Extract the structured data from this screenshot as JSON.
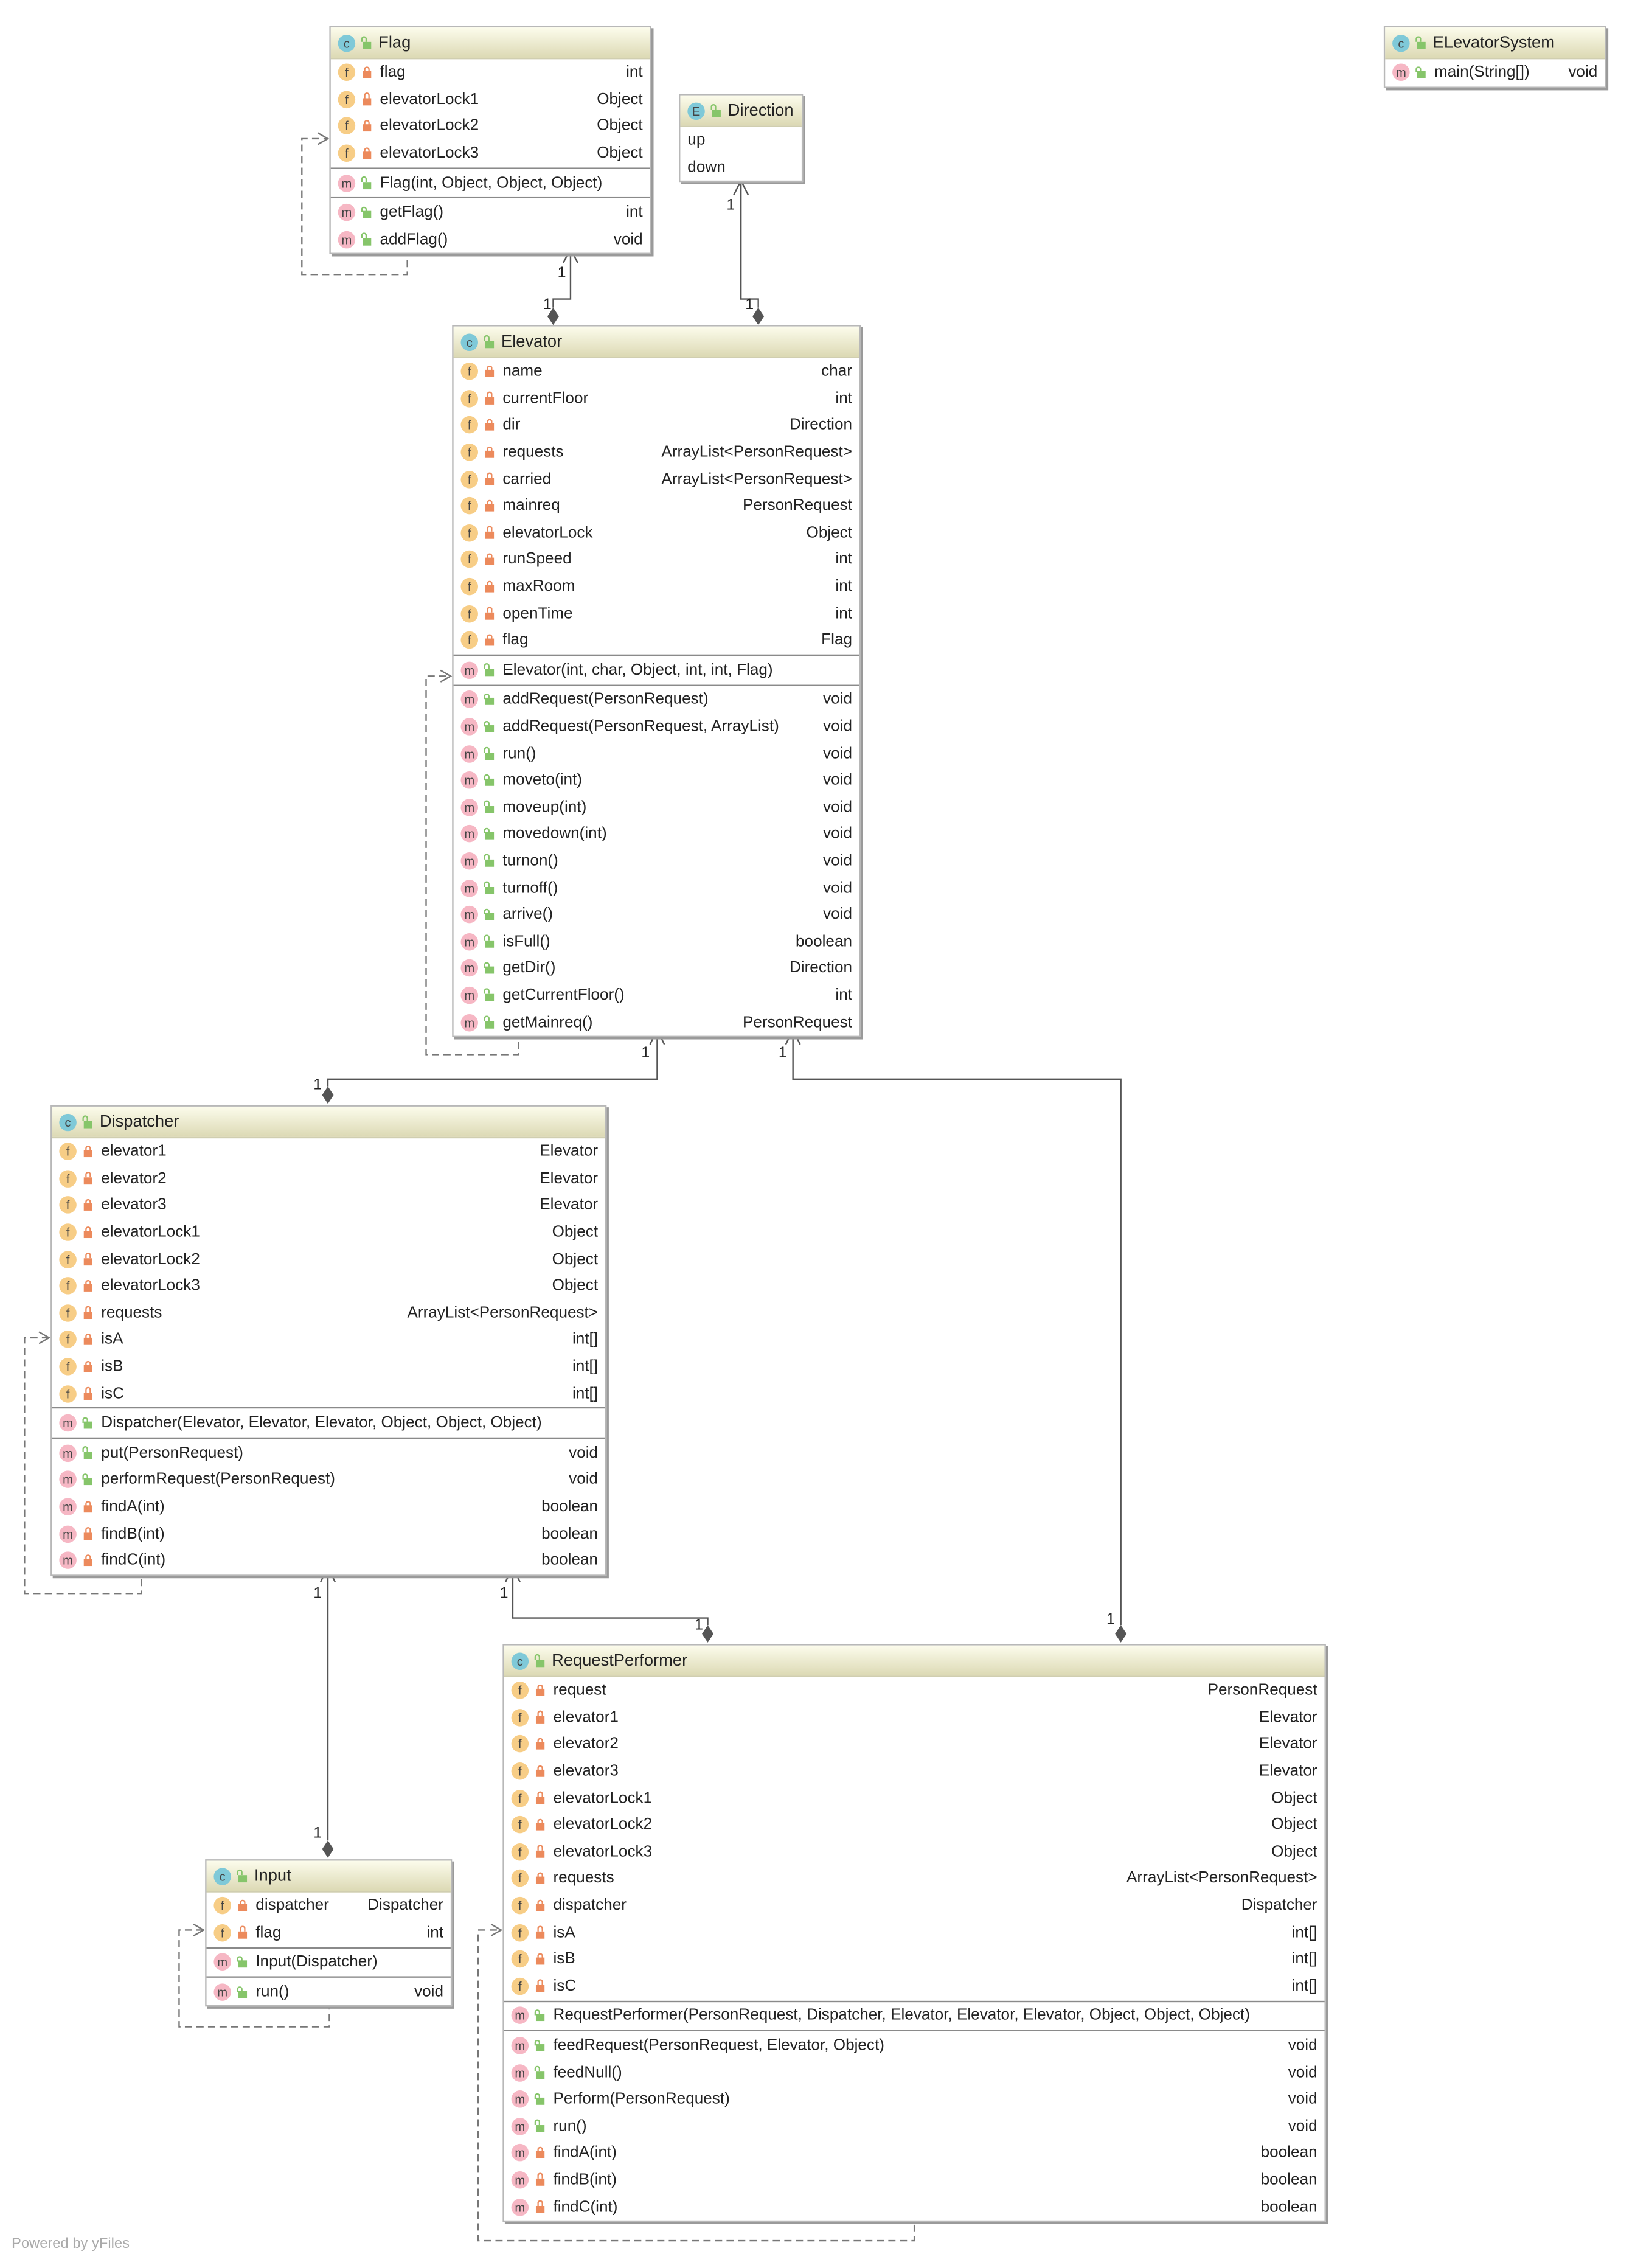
{
  "classes": [
    {
      "id": "flag",
      "kind": "C",
      "name": "Flag",
      "fields": [
        {
          "name": "flag",
          "type": "int",
          "vis": "private"
        },
        {
          "name": "elevatorLock1",
          "type": "Object",
          "vis": "private"
        },
        {
          "name": "elevatorLock2",
          "type": "Object",
          "vis": "private"
        },
        {
          "name": "elevatorLock3",
          "type": "Object",
          "vis": "private"
        }
      ],
      "constructors": [
        {
          "name": "Flag(int, Object, Object, Object)",
          "type": "",
          "vis": "public"
        }
      ],
      "methods": [
        {
          "name": "getFlag()",
          "type": "int",
          "vis": "public"
        },
        {
          "name": "addFlag()",
          "type": "void",
          "vis": "public"
        }
      ]
    },
    {
      "id": "direction",
      "kind": "E",
      "name": "Direction",
      "constants": [
        "up",
        "down"
      ]
    },
    {
      "id": "elevatorsystem",
      "kind": "C",
      "name": "ELevatorSystem",
      "fields": [],
      "constructors": [],
      "methods": [
        {
          "name": "main(String[])",
          "type": "void",
          "vis": "public"
        }
      ]
    },
    {
      "id": "elevator",
      "kind": "C",
      "name": "Elevator",
      "fields": [
        {
          "name": "name",
          "type": "char",
          "vis": "private"
        },
        {
          "name": "currentFloor",
          "type": "int",
          "vis": "private"
        },
        {
          "name": "dir",
          "type": "Direction",
          "vis": "private"
        },
        {
          "name": "requests",
          "type": "ArrayList<PersonRequest>",
          "vis": "private"
        },
        {
          "name": "carried",
          "type": "ArrayList<PersonRequest>",
          "vis": "private"
        },
        {
          "name": "mainreq",
          "type": "PersonRequest",
          "vis": "private"
        },
        {
          "name": "elevatorLock",
          "type": "Object",
          "vis": "private"
        },
        {
          "name": "runSpeed",
          "type": "int",
          "vis": "private"
        },
        {
          "name": "maxRoom",
          "type": "int",
          "vis": "private"
        },
        {
          "name": "openTime",
          "type": "int",
          "vis": "private"
        },
        {
          "name": "flag",
          "type": "Flag",
          "vis": "private"
        }
      ],
      "constructors": [
        {
          "name": "Elevator(int, char, Object, int, int, Flag)",
          "type": "",
          "vis": "public"
        }
      ],
      "methods": [
        {
          "name": "addRequest(PersonRequest)",
          "type": "void",
          "vis": "public"
        },
        {
          "name": "addRequest(PersonRequest, ArrayList)",
          "type": "void",
          "vis": "public"
        },
        {
          "name": "run()",
          "type": "void",
          "vis": "public"
        },
        {
          "name": "moveto(int)",
          "type": "void",
          "vis": "public"
        },
        {
          "name": "moveup(int)",
          "type": "void",
          "vis": "public"
        },
        {
          "name": "movedown(int)",
          "type": "void",
          "vis": "public"
        },
        {
          "name": "turnon()",
          "type": "void",
          "vis": "public"
        },
        {
          "name": "turnoff()",
          "type": "void",
          "vis": "public"
        },
        {
          "name": "arrive()",
          "type": "void",
          "vis": "public"
        },
        {
          "name": "isFull()",
          "type": "boolean",
          "vis": "public"
        },
        {
          "name": "getDir()",
          "type": "Direction",
          "vis": "public"
        },
        {
          "name": "getCurrentFloor()",
          "type": "int",
          "vis": "public"
        },
        {
          "name": "getMainreq()",
          "type": "PersonRequest",
          "vis": "public"
        }
      ]
    },
    {
      "id": "dispatcher",
      "kind": "C",
      "name": "Dispatcher",
      "fields": [
        {
          "name": "elevator1",
          "type": "Elevator",
          "vis": "private"
        },
        {
          "name": "elevator2",
          "type": "Elevator",
          "vis": "private"
        },
        {
          "name": "elevator3",
          "type": "Elevator",
          "vis": "private"
        },
        {
          "name": "elevatorLock1",
          "type": "Object",
          "vis": "private"
        },
        {
          "name": "elevatorLock2",
          "type": "Object",
          "vis": "private"
        },
        {
          "name": "elevatorLock3",
          "type": "Object",
          "vis": "private"
        },
        {
          "name": "requests",
          "type": "ArrayList<PersonRequest>",
          "vis": "private"
        },
        {
          "name": "isA",
          "type": "int[]",
          "vis": "private"
        },
        {
          "name": "isB",
          "type": "int[]",
          "vis": "private"
        },
        {
          "name": "isC",
          "type": "int[]",
          "vis": "private"
        }
      ],
      "constructors": [
        {
          "name": "Dispatcher(Elevator, Elevator, Elevator, Object, Object, Object)",
          "type": "",
          "vis": "public"
        }
      ],
      "methods": [
        {
          "name": "put(PersonRequest)",
          "type": "void",
          "vis": "public"
        },
        {
          "name": "performRequest(PersonRequest)",
          "type": "void",
          "vis": "public"
        },
        {
          "name": "findA(int)",
          "type": "boolean",
          "vis": "private"
        },
        {
          "name": "findB(int)",
          "type": "boolean",
          "vis": "private"
        },
        {
          "name": "findC(int)",
          "type": "boolean",
          "vis": "private"
        }
      ]
    },
    {
      "id": "input",
      "kind": "C",
      "name": "Input",
      "fields": [
        {
          "name": "dispatcher",
          "type": "Dispatcher",
          "vis": "private"
        },
        {
          "name": "flag",
          "type": "int",
          "vis": "private"
        }
      ],
      "constructors": [
        {
          "name": "Input(Dispatcher)",
          "type": "",
          "vis": "public"
        }
      ],
      "methods": [
        {
          "name": "run()",
          "type": "void",
          "vis": "public"
        }
      ]
    },
    {
      "id": "requestperformer",
      "kind": "C",
      "name": "RequestPerformer",
      "fields": [
        {
          "name": "request",
          "type": "PersonRequest",
          "vis": "private"
        },
        {
          "name": "elevator1",
          "type": "Elevator",
          "vis": "private"
        },
        {
          "name": "elevator2",
          "type": "Elevator",
          "vis": "private"
        },
        {
          "name": "elevator3",
          "type": "Elevator",
          "vis": "private"
        },
        {
          "name": "elevatorLock1",
          "type": "Object",
          "vis": "private"
        },
        {
          "name": "elevatorLock2",
          "type": "Object",
          "vis": "private"
        },
        {
          "name": "elevatorLock3",
          "type": "Object",
          "vis": "private"
        },
        {
          "name": "requests",
          "type": "ArrayList<PersonRequest>",
          "vis": "private"
        },
        {
          "name": "dispatcher",
          "type": "Dispatcher",
          "vis": "private"
        },
        {
          "name": "isA",
          "type": "int[]",
          "vis": "private"
        },
        {
          "name": "isB",
          "type": "int[]",
          "vis": "private"
        },
        {
          "name": "isC",
          "type": "int[]",
          "vis": "private"
        }
      ],
      "constructors": [
        {
          "name": "RequestPerformer(PersonRequest, Dispatcher, Elevator, Elevator, Elevator, Object, Object, Object)",
          "type": "",
          "vis": "public"
        }
      ],
      "methods": [
        {
          "name": "feedRequest(PersonRequest, Elevator, Object)",
          "type": "void",
          "vis": "public"
        },
        {
          "name": "feedNull()",
          "type": "void",
          "vis": "public"
        },
        {
          "name": "Perform(PersonRequest)",
          "type": "void",
          "vis": "public"
        },
        {
          "name": "run()",
          "type": "void",
          "vis": "public"
        },
        {
          "name": "findA(int)",
          "type": "boolean",
          "vis": "private"
        },
        {
          "name": "findB(int)",
          "type": "boolean",
          "vis": "private"
        },
        {
          "name": "findC(int)",
          "type": "boolean",
          "vis": "private"
        }
      ]
    }
  ],
  "edges": [
    {
      "id": "elevator-flag",
      "from": "elevator",
      "to": "flag",
      "kind": "composition",
      "from_mult": "1",
      "to_mult": "1"
    },
    {
      "id": "elevator-direction",
      "from": "elevator",
      "to": "direction",
      "kind": "composition",
      "from_mult": "1",
      "to_mult": "1"
    },
    {
      "id": "dispatcher-elevator",
      "from": "dispatcher",
      "to": "elevator",
      "kind": "composition",
      "from_mult": "1",
      "to_mult": "1"
    },
    {
      "id": "requestperformer-elevator",
      "from": "requestperformer",
      "to": "elevator",
      "kind": "composition",
      "from_mult": "1",
      "to_mult": "1"
    },
    {
      "id": "input-dispatcher",
      "from": "input",
      "to": "dispatcher",
      "kind": "composition",
      "from_mult": "1",
      "to_mult": "1"
    },
    {
      "id": "requestperformer-dispatcher",
      "from": "requestperformer",
      "to": "dispatcher",
      "kind": "composition",
      "from_mult": "1",
      "to_mult": "1"
    }
  ],
  "self_dependencies": [
    "flag",
    "elevator",
    "dispatcher",
    "input",
    "requestperformer"
  ],
  "footer": "Powered by yFiles",
  "colors": {
    "field_icon": "#f7cd86",
    "method_icon": "#f6b7c4",
    "class_icon": "#7fc9d8",
    "private_lock": "#ec8a5c",
    "public_lock": "#86c56a",
    "header_top": "#fcfcec",
    "header_bottom": "#dcd9b4"
  }
}
